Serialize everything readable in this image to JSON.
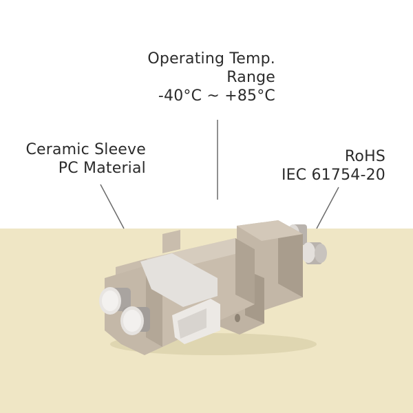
{
  "callouts": {
    "temperature": {
      "line1": "Operating Temp.",
      "line2": "Range",
      "line3": "-40°C ~ +85°C"
    },
    "material": {
      "line1": "Ceramic Sleeve",
      "line2": "PC Material"
    },
    "compliance": {
      "line1": "RoHS",
      "line2": "IEC 61754-20"
    }
  },
  "colors": {
    "background": "#ffffff",
    "floor": "#efe6c5",
    "adapter_body": "#c9bdad",
    "adapter_shadow": "#a89c8c",
    "clip": "#e3e0dc",
    "text": "#2b2b2b"
  },
  "product": "LC duplex fiber optic adapter (beige)"
}
